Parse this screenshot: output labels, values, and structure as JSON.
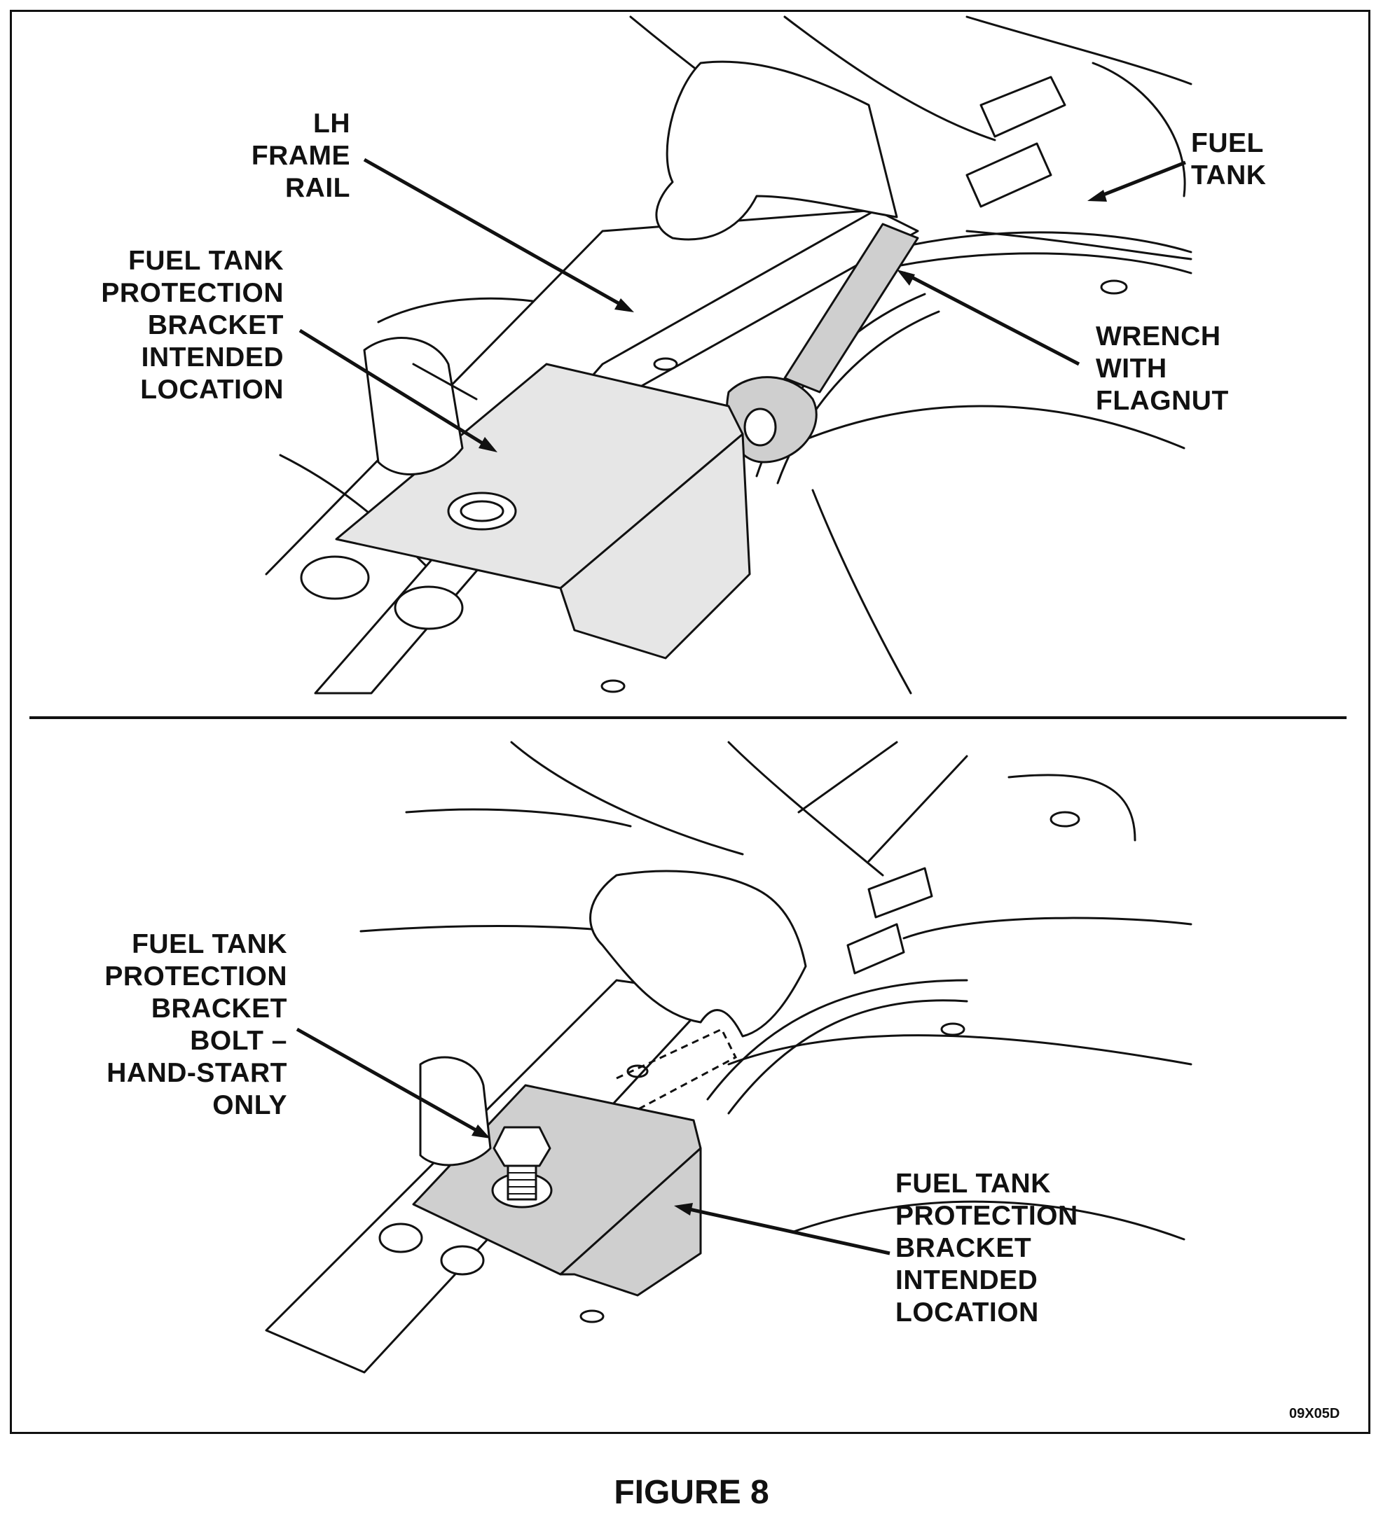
{
  "labels": {
    "lh_frame_rail": "LH\nFRAME\nRAIL",
    "fuel_tank": "FUEL\nTANK",
    "bracket_intended_location_top": "FUEL TANK\nPROTECTION\nBRACKET\nINTENDED\nLOCATION",
    "wrench_with_flagnut": "WRENCH\nWITH\nFLAGNUT",
    "bracket_bolt": "FUEL TANK\nPROTECTION\nBRACKET\nBOLT –\nHAND-START\nONLY",
    "bracket_intended_location_bottom": "FUEL TANK\nPROTECTION\nBRACKET\nINTENDED\nLOCATION"
  },
  "drawing_code": "09X05D",
  "caption": "FIGURE 8",
  "colors": {
    "line": "#111111",
    "bracket_fill_top": "#e6e6e6",
    "bracket_fill_bottom": "#cfcfcf"
  }
}
